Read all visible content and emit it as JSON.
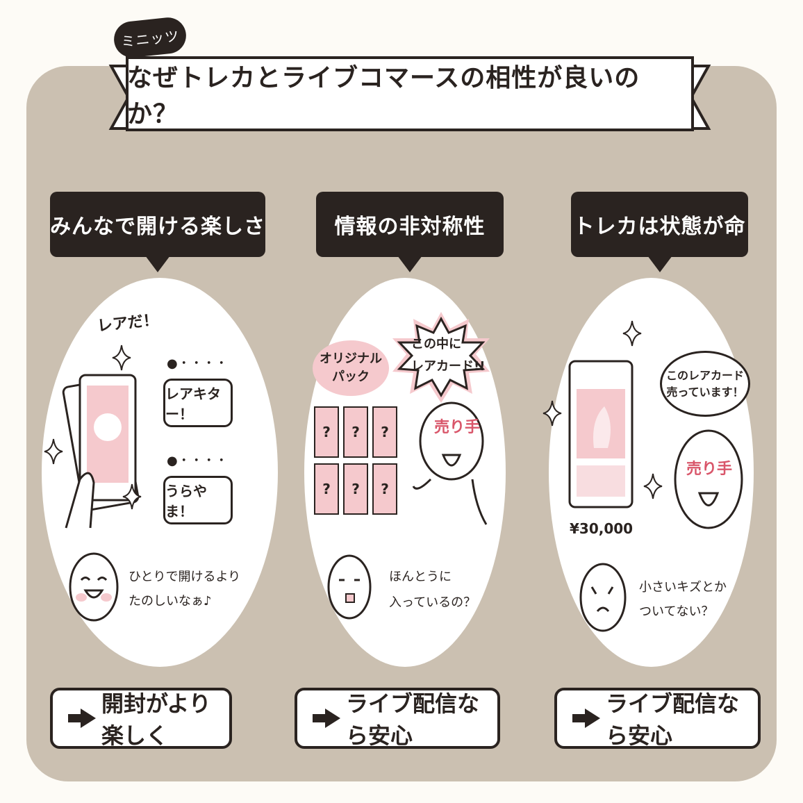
{
  "header": {
    "tag": "ミニッツ",
    "title": "なぜトレカとライブコマースの相性が良いのか？"
  },
  "columns": [
    {
      "label": "みんなで開ける楽しさ",
      "exclaim": "レアだ！",
      "chat1": "レアキター！",
      "chat2": "うらやま！",
      "chat_dots": "●・・・・",
      "comment_line1": "ひとりで開けるより",
      "comment_line2": "たのしいなぁ♪",
      "result": "開封がより楽しく"
    },
    {
      "label": "情報の非対称性",
      "pack_badge_line1": "オリジナル",
      "pack_badge_line2": "パック",
      "burst_line1": "この中に",
      "burst_line2": "レアカード!!",
      "seller": "売り手",
      "pack_mark": "?",
      "comment_line1": "ほんとうに",
      "comment_line2": "入っているの？",
      "result": "ライブ配信なら安心"
    },
    {
      "label": "トレカは状態が命",
      "speech_line1": "このレアカード",
      "speech_line2": "売っています！",
      "seller": "売り手",
      "price": "¥30,000",
      "comment_line1": "小さいキズとか",
      "comment_line2": "ついてない？",
      "result": "ライブ配信なら安心"
    }
  ],
  "colors": {
    "board": "#cbc0b1",
    "ink": "#2a2320",
    "pink": "#f5c9cd",
    "accent": "#d9566a"
  }
}
